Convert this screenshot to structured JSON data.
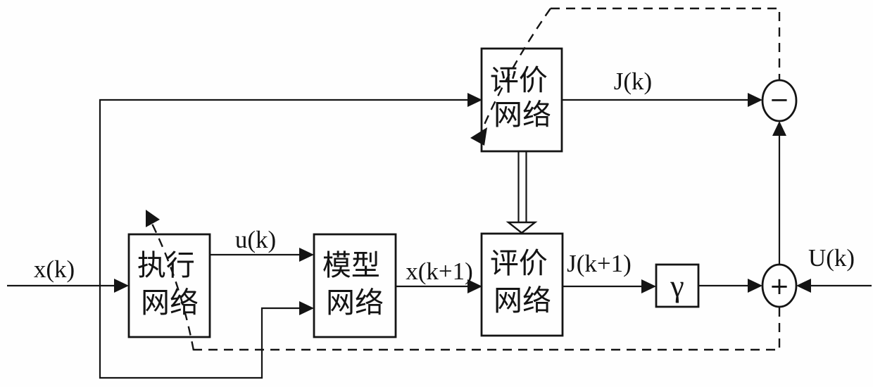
{
  "diagram": {
    "background": "#fefefe",
    "line_color": "#141414",
    "boxes": {
      "critic_top": {
        "line1": "评价",
        "line2": "网络"
      },
      "actor": {
        "line1": "执行",
        "line2": "网络"
      },
      "model": {
        "line1": "模型",
        "line2": "网络"
      },
      "critic_bottom": {
        "line1": "评价",
        "line2": "网络"
      },
      "gamma": {
        "label": "γ"
      }
    },
    "signals": {
      "x_k": "x(k)",
      "u_k": "u(k)",
      "x_k_plus_1": "x(k+1)",
      "j_k": "J(k)",
      "j_k_plus_1": "J(k+1)",
      "utility_U_k": "U(k)"
    },
    "operators": {
      "minus": "−",
      "plus": "+"
    }
  }
}
